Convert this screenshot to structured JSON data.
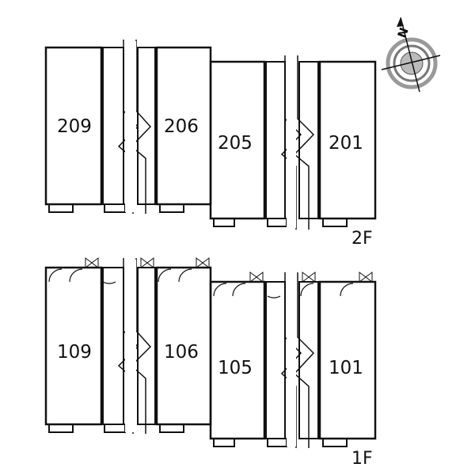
{
  "floors": [
    {
      "label": "2F",
      "units": [
        "209",
        "206",
        "205",
        "201"
      ]
    },
    {
      "label": "1F",
      "units": [
        "109",
        "106",
        "105",
        "101"
      ]
    }
  ],
  "compass": {
    "north_label": "N"
  },
  "colors": {
    "wall": "#111111",
    "compass_ring": "#888888",
    "background": "#ffffff"
  }
}
